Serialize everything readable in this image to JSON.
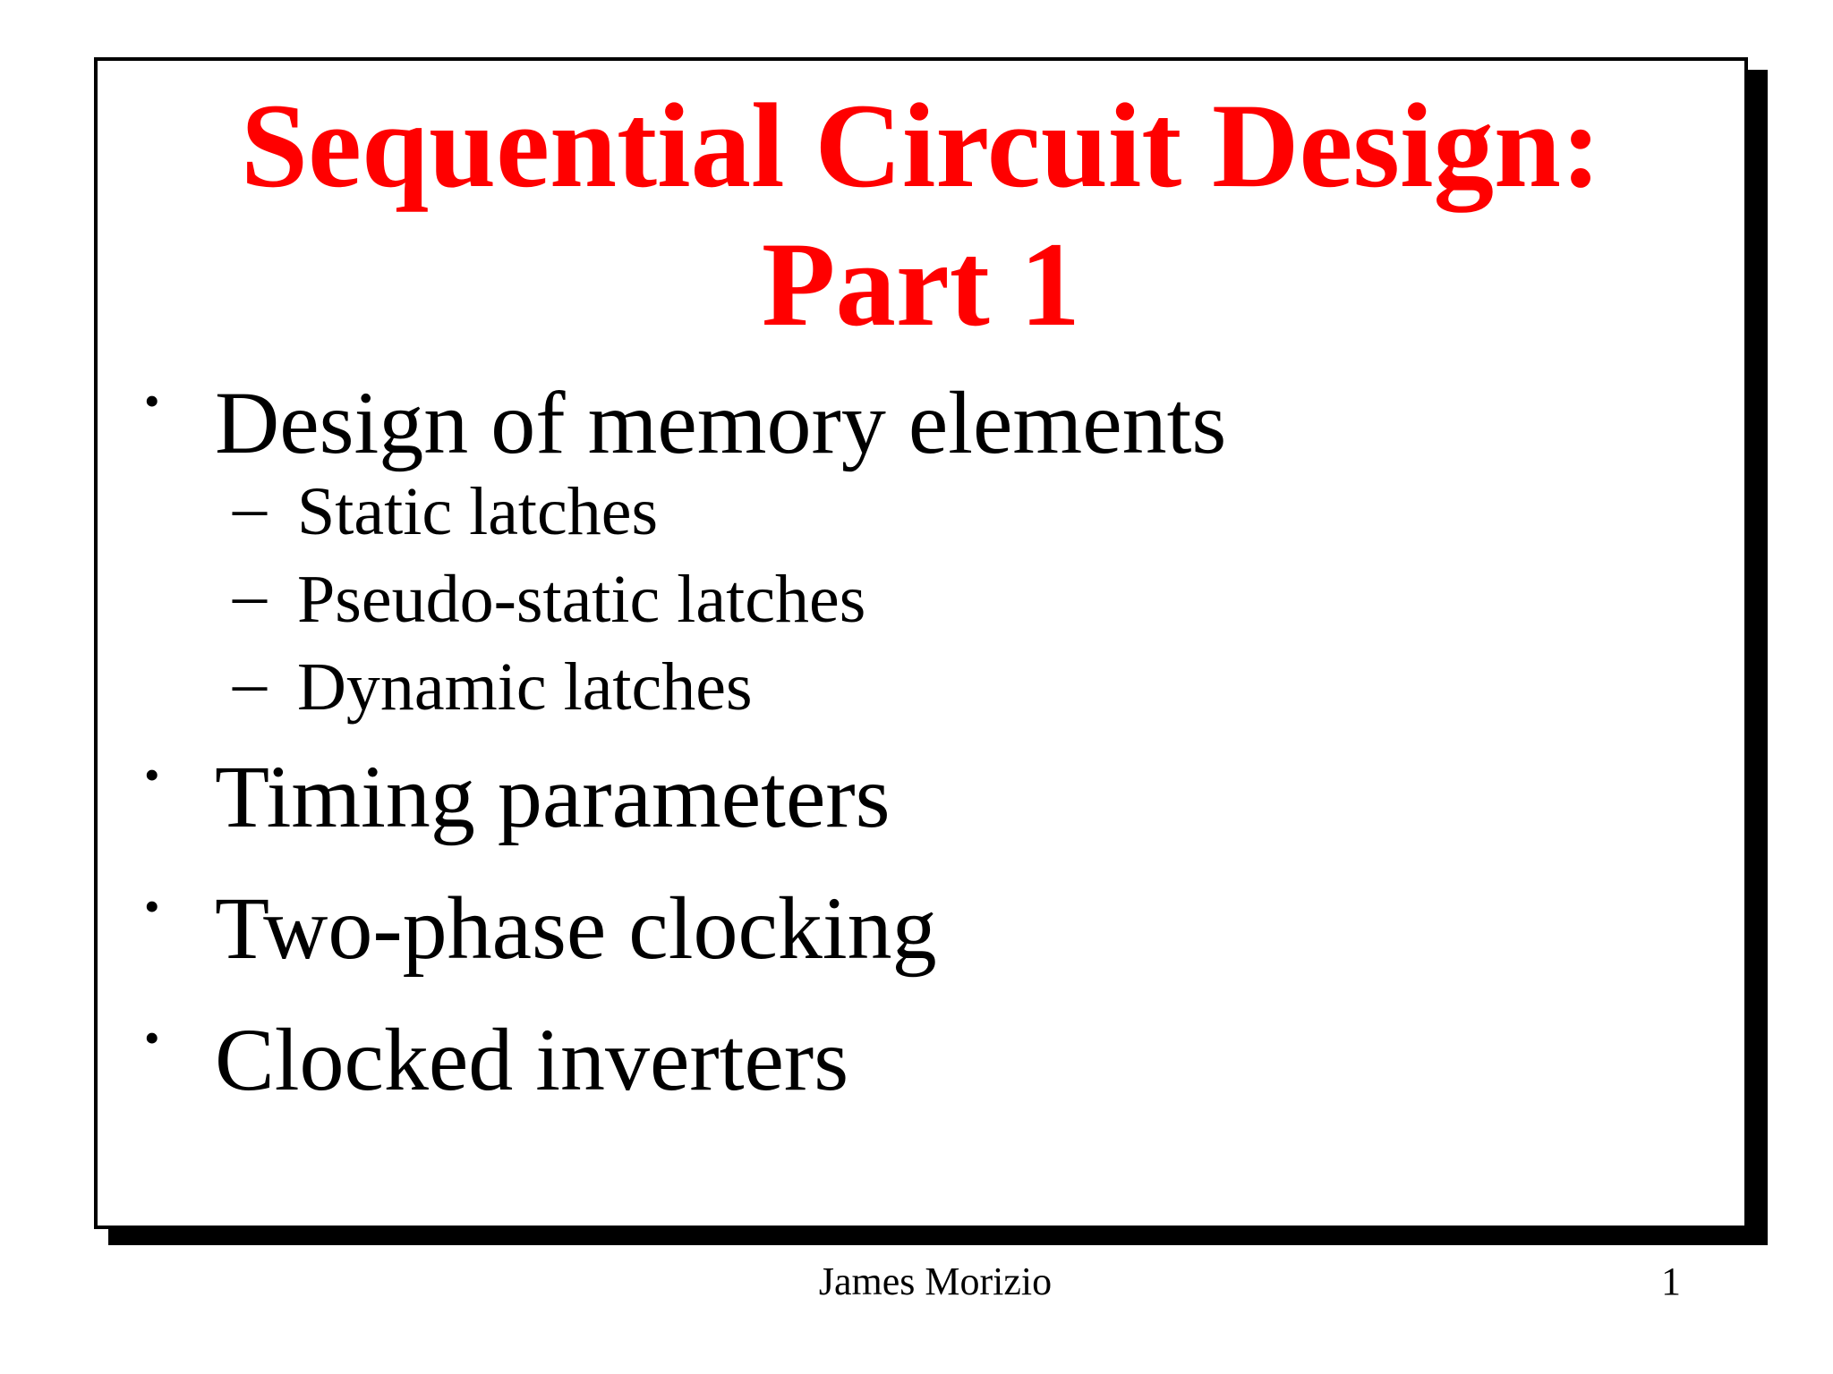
{
  "colors": {
    "title_red": "#ff0000",
    "text_black": "#000000",
    "background_white": "#ffffff",
    "shadow_black": "#000000"
  },
  "slide": {
    "title": {
      "line1": "Sequential Circuit Design:",
      "line2": "Part 1"
    },
    "bullets": [
      {
        "level": 1,
        "text": "Design of memory elements"
      },
      {
        "level": 2,
        "text": "Static latches"
      },
      {
        "level": 2,
        "text": "Pseudo-static latches"
      },
      {
        "level": 2,
        "text": "Dynamic latches"
      },
      {
        "level": 1,
        "text": "Timing parameters"
      },
      {
        "level": 1,
        "text": "Two-phase clocking"
      },
      {
        "level": 1,
        "text": "Clocked inverters"
      }
    ]
  },
  "markers": {
    "level1": "•",
    "level2": "–"
  },
  "footer": {
    "author": "James Morizio",
    "page_number": "1"
  }
}
